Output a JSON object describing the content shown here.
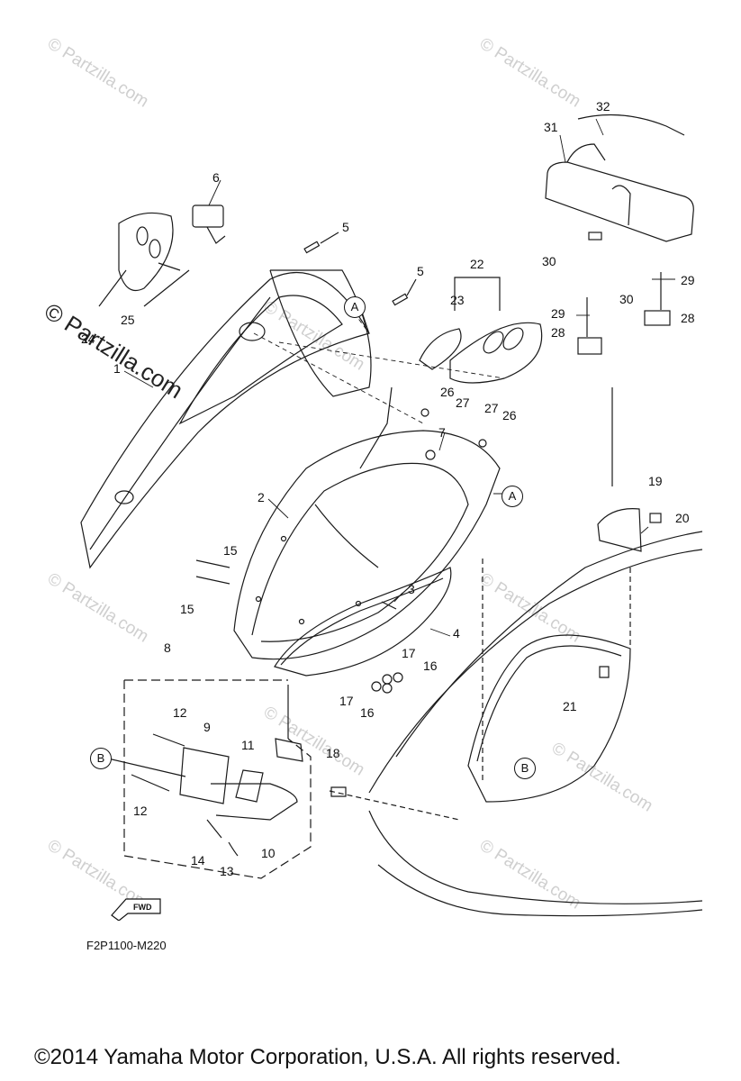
{
  "watermarks": [
    "© Partzilla.com",
    "© Partzilla.com",
    "© Partzilla.com",
    "© Partzilla.com",
    "© Partzilla.com",
    "© Partzilla.com",
    "© Partzilla.com",
    "© Partzilla.com",
    "© Partzilla.com"
  ],
  "main_watermark": "© Partzilla.com",
  "callouts": [
    "1",
    "2",
    "3",
    "4",
    "5",
    "5",
    "6",
    "7",
    "8",
    "9",
    "10",
    "11",
    "12",
    "12",
    "13",
    "14",
    "15",
    "15",
    "16",
    "16",
    "17",
    "17",
    "18",
    "19",
    "20",
    "21",
    "22",
    "23",
    "24",
    "25",
    "26",
    "26",
    "27",
    "27",
    "28",
    "28",
    "29",
    "29",
    "30",
    "30",
    "31",
    "32"
  ],
  "ref_markers": [
    "A",
    "A",
    "B",
    "B"
  ],
  "fwd_label": "FWD",
  "diagram_code": "F2P1100-M220",
  "copyright": "©2014  Yamaha Motor Corporation, U.S.A. All rights reserved."
}
